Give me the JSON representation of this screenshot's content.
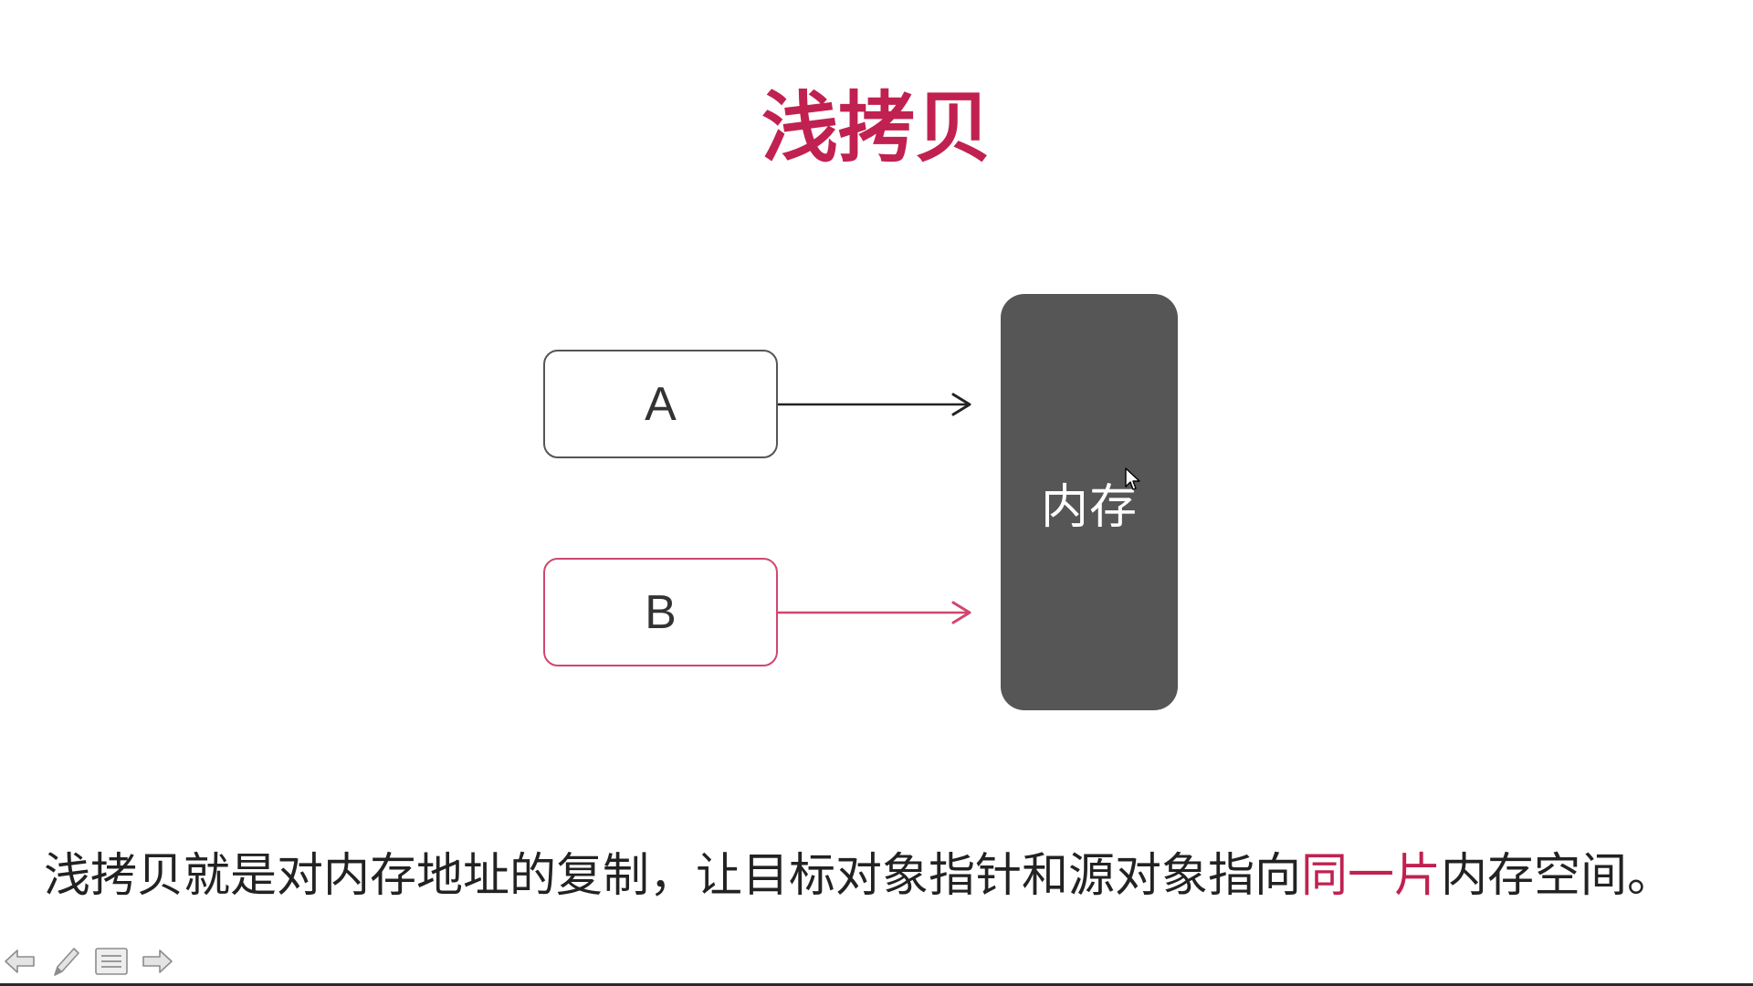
{
  "slide": {
    "title": "浅拷贝",
    "box_a_label": "A",
    "box_b_label": "B",
    "memory_label": "内存",
    "caption_before": "浅拷贝就是对内存地址的复制，让目标对象指针和源对象指向",
    "caption_highlight": "同一片",
    "caption_after": "内存空间。"
  },
  "toolbar": {
    "prev": "arrow-left-icon",
    "pen": "pen-icon",
    "menu": "menu-icon",
    "next": "arrow-right-icon"
  },
  "colors": {
    "accent": "#c02150",
    "box_b_border": "#d0466e",
    "memory_fill": "#565656",
    "text": "#222222"
  }
}
